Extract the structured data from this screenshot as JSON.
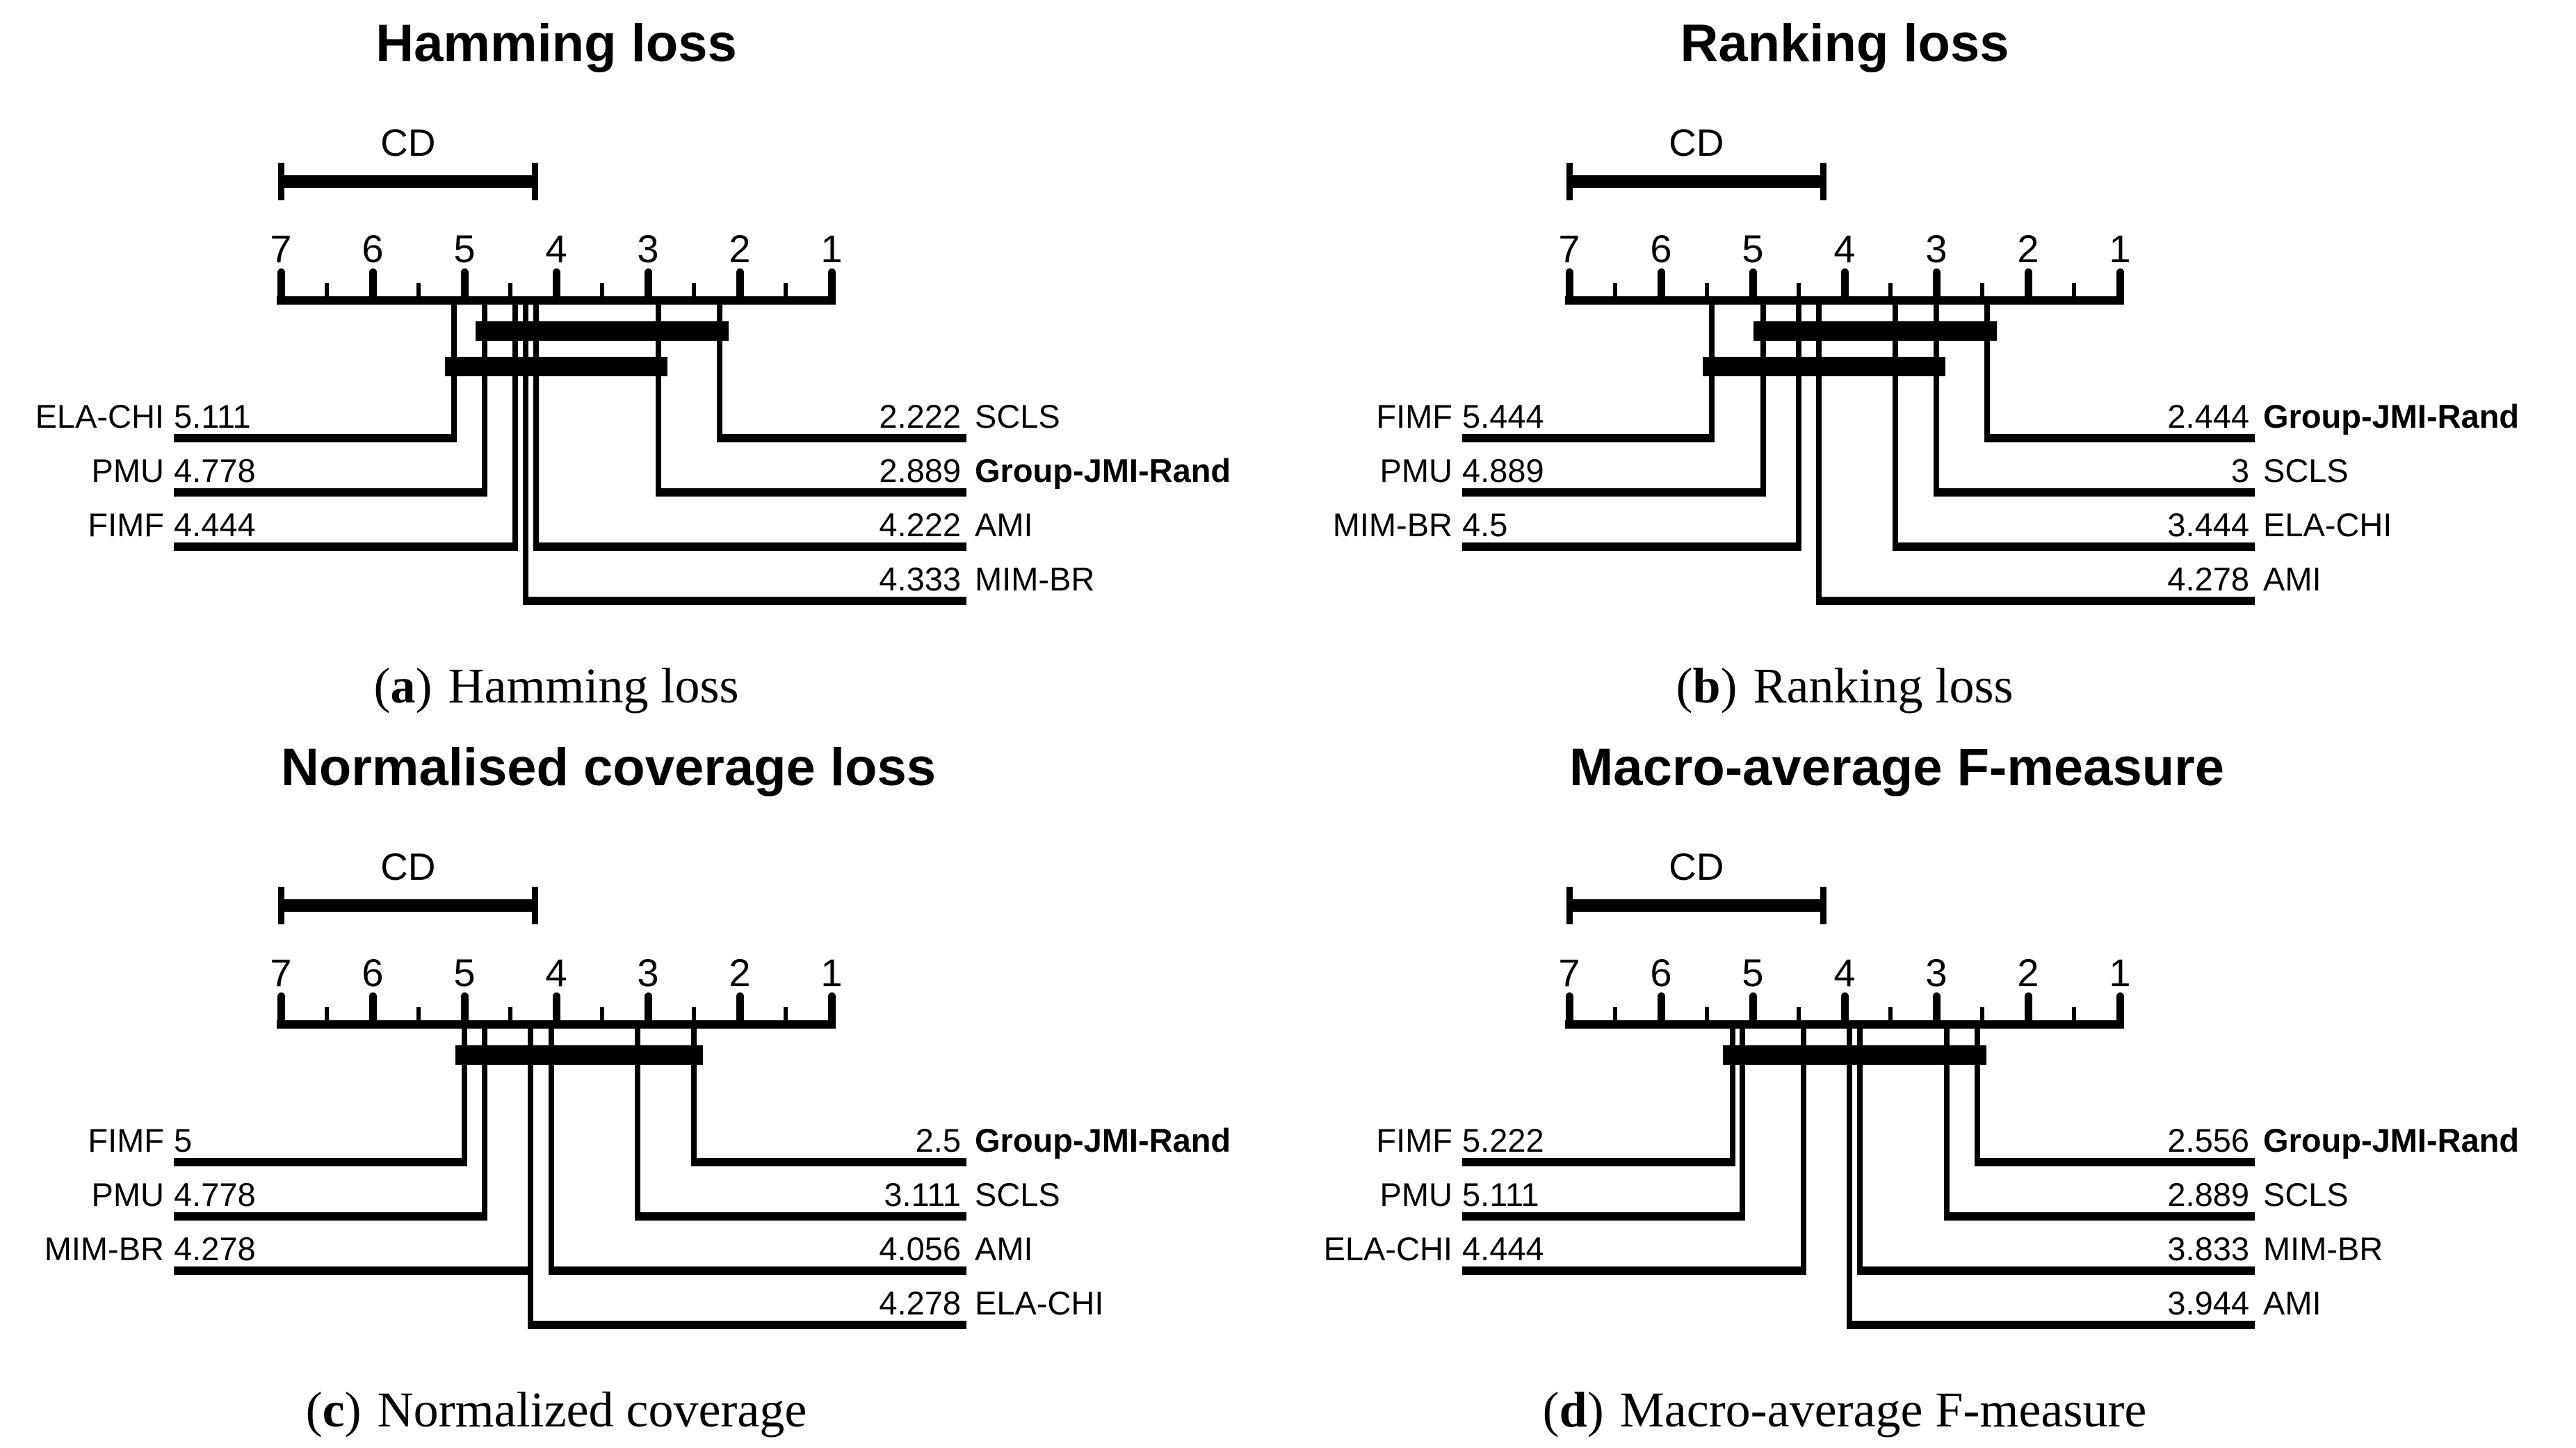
{
  "figure": {
    "type": "critical-difference-diagrams",
    "background_color": "#ffffff",
    "ink_color": "#000000",
    "panels_grid": [
      2,
      2
    ]
  },
  "chart_data": [
    {
      "type": "critical-difference",
      "panel": "a",
      "title": "Hamming loss",
      "cd_label": "CD",
      "cd_width_ranks": 2.77,
      "axis_range": [
        7,
        1
      ],
      "axis_ticks": [
        "7",
        "6",
        "5",
        "4",
        "3",
        "2",
        "1"
      ],
      "left_methods": [
        {
          "name": "ELA-CHI",
          "rank": "5.111",
          "bold": false
        },
        {
          "name": "PMU",
          "rank": "4.778",
          "bold": false
        },
        {
          "name": "FIMF",
          "rank": "4.444",
          "bold": false
        }
      ],
      "right_methods": [
        {
          "name": "SCLS",
          "rank": "2.222",
          "bold": false
        },
        {
          "name": "Group-JMI-Rand",
          "rank": "2.889",
          "bold": true
        },
        {
          "name": "AMI",
          "rank": "4.222",
          "bold": false
        },
        {
          "name": "MIM-BR",
          "rank": "4.333",
          "bold": false
        }
      ],
      "cliques": [
        [
          4.778,
          2.222
        ],
        [
          5.111,
          2.889
        ]
      ],
      "caption": {
        "prefix": "(",
        "letter": "a",
        "suffix": ")",
        "text": "Hamming loss"
      }
    },
    {
      "type": "critical-difference",
      "panel": "b",
      "title": "Ranking loss",
      "cd_label": "CD",
      "cd_width_ranks": 2.77,
      "axis_range": [
        7,
        1
      ],
      "axis_ticks": [
        "7",
        "6",
        "5",
        "4",
        "3",
        "2",
        "1"
      ],
      "left_methods": [
        {
          "name": "FIMF",
          "rank": "5.444",
          "bold": false
        },
        {
          "name": "PMU",
          "rank": "4.889",
          "bold": false
        },
        {
          "name": "MIM-BR",
          "rank": "4.5",
          "bold": false
        }
      ],
      "right_methods": [
        {
          "name": "Group-JMI-Rand",
          "rank": "2.444",
          "bold": true
        },
        {
          "name": "SCLS",
          "rank": "3",
          "bold": false
        },
        {
          "name": "ELA-CHI",
          "rank": "3.444",
          "bold": false
        },
        {
          "name": "AMI",
          "rank": "4.278",
          "bold": false
        }
      ],
      "cliques": [
        [
          4.889,
          2.444
        ],
        [
          5.444,
          3.0
        ]
      ],
      "caption": {
        "prefix": "(",
        "letter": "b",
        "suffix": ")",
        "text": "Ranking loss"
      }
    },
    {
      "type": "critical-difference",
      "panel": "c",
      "title": "Normalised coverage loss",
      "cd_label": "CD",
      "cd_width_ranks": 2.77,
      "axis_range": [
        7,
        1
      ],
      "axis_ticks": [
        "7",
        "6",
        "5",
        "4",
        "3",
        "2",
        "1"
      ],
      "left_methods": [
        {
          "name": "FIMF",
          "rank": "5",
          "bold": false
        },
        {
          "name": "PMU",
          "rank": "4.778",
          "bold": false
        },
        {
          "name": "MIM-BR",
          "rank": "4.278",
          "bold": false
        }
      ],
      "right_methods": [
        {
          "name": "Group-JMI-Rand",
          "rank": "2.5",
          "bold": true
        },
        {
          "name": "SCLS",
          "rank": "3.111",
          "bold": false
        },
        {
          "name": "AMI",
          "rank": "4.056",
          "bold": false
        },
        {
          "name": "ELA-CHI",
          "rank": "4.278",
          "bold": false
        }
      ],
      "cliques": [
        [
          5.0,
          2.5
        ]
      ],
      "caption": {
        "prefix": "(",
        "letter": "c",
        "suffix": ")",
        "text": "Normalized coverage"
      }
    },
    {
      "type": "critical-difference",
      "panel": "d",
      "title": "Macro-average F-measure",
      "cd_label": "CD",
      "cd_width_ranks": 2.77,
      "axis_range": [
        7,
        1
      ],
      "axis_ticks": [
        "7",
        "6",
        "5",
        "4",
        "3",
        "2",
        "1"
      ],
      "left_methods": [
        {
          "name": "FIMF",
          "rank": "5.222",
          "bold": false
        },
        {
          "name": "PMU",
          "rank": "5.111",
          "bold": false
        },
        {
          "name": "ELA-CHI",
          "rank": "4.444",
          "bold": false
        }
      ],
      "right_methods": [
        {
          "name": "Group-JMI-Rand",
          "rank": "2.556",
          "bold": true
        },
        {
          "name": "SCLS",
          "rank": "2.889",
          "bold": false
        },
        {
          "name": "MIM-BR",
          "rank": "3.833",
          "bold": false
        },
        {
          "name": "AMI",
          "rank": "3.944",
          "bold": false
        }
      ],
      "cliques": [
        [
          5.222,
          2.556
        ]
      ],
      "caption": {
        "prefix": "(",
        "letter": "d",
        "suffix": ")",
        "text": "Macro-average F-measure"
      }
    }
  ]
}
